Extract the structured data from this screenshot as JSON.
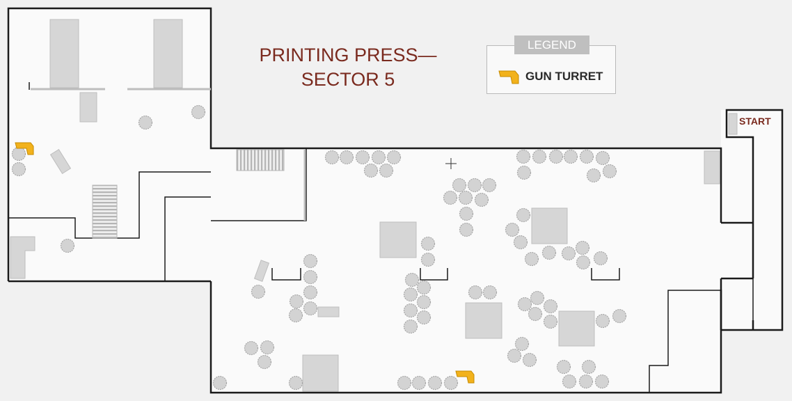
{
  "map": {
    "title_line1": "PRINTING PRESS—",
    "title_line2": "SECTOR 5",
    "start_label": "START"
  },
  "legend": {
    "heading": "LEGEND",
    "items": [
      {
        "icon": "gun-turret-icon",
        "label": "GUN TURRET",
        "color": "#f2b21c"
      }
    ]
  },
  "colors": {
    "background": "#f1f1f1",
    "floor": "#fafafa",
    "wall": "#1a1a1a",
    "obstacle": "#d6d6d6",
    "title": "#7a2a1e",
    "turret": "#f2b21c"
  },
  "markers": {
    "turrets": 2,
    "start": 1
  }
}
